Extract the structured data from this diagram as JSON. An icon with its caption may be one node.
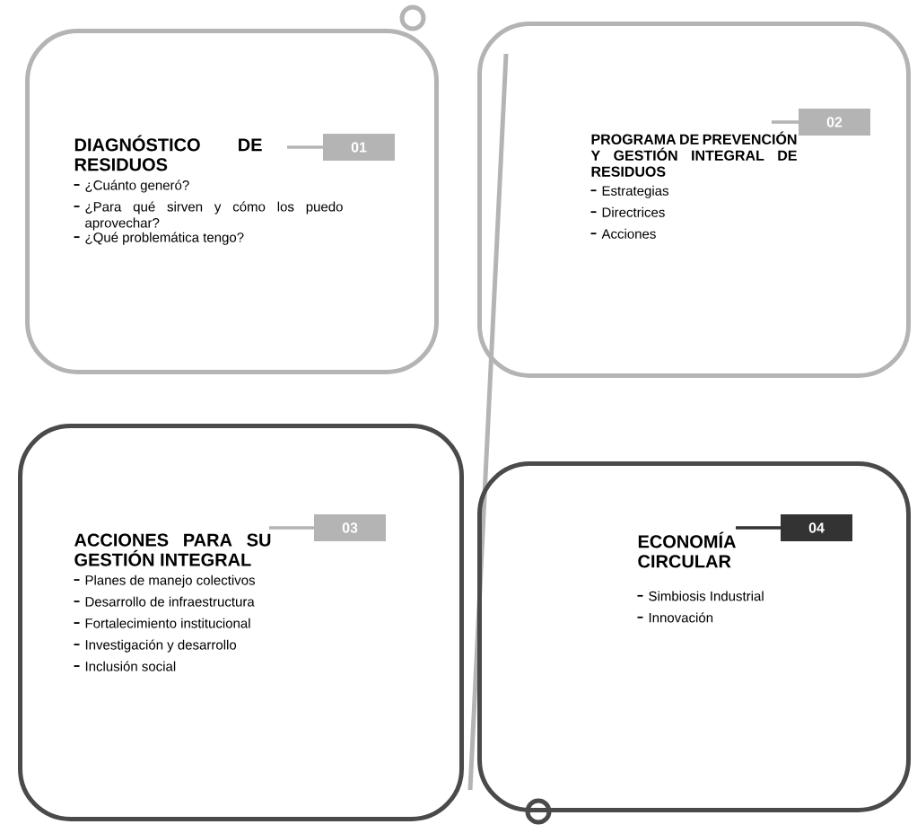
{
  "diagram": {
    "nodes": [
      {
        "text": [
          "DIAGNÓSTICO DE RESIDUOS",
          "¿Cuánto generó?",
          "¿Para qué sirven y cómo los puedo aprovechar?",
          "¿Qué problemática tengo?"
        ]
      },
      {
        "text": [
          "PROGRAMA DE PREVENCIÓN Y GESTIÓN INTEGRAL DE RESIDUOS",
          "Estrategias",
          "Directrices",
          "Acciones"
        ]
      },
      {
        "text": [
          "ACCIONES PARA SU GESTIÓN INTEGRAL",
          "Planes de manejo colectivos",
          "Desarrollo de infraestructura",
          "Fortalecimiento institucional",
          "Investigación y desarrollo",
          "Inclusión social"
        ]
      },
      {
        "text": [
          "ECONOMÍA CIRCULAR",
          "Simbiosis Industrial",
          "Innovación"
        ]
      },
      {
        "text": [
          "01"
        ],
        "in": 0
      },
      {
        "text": [
          "02"
        ],
        "in": 1
      },
      {
        "text": [
          "03"
        ],
        "in": 2
      },
      {
        "text": [
          "04"
        ],
        "in": 3
      }
    ]
  }
}
